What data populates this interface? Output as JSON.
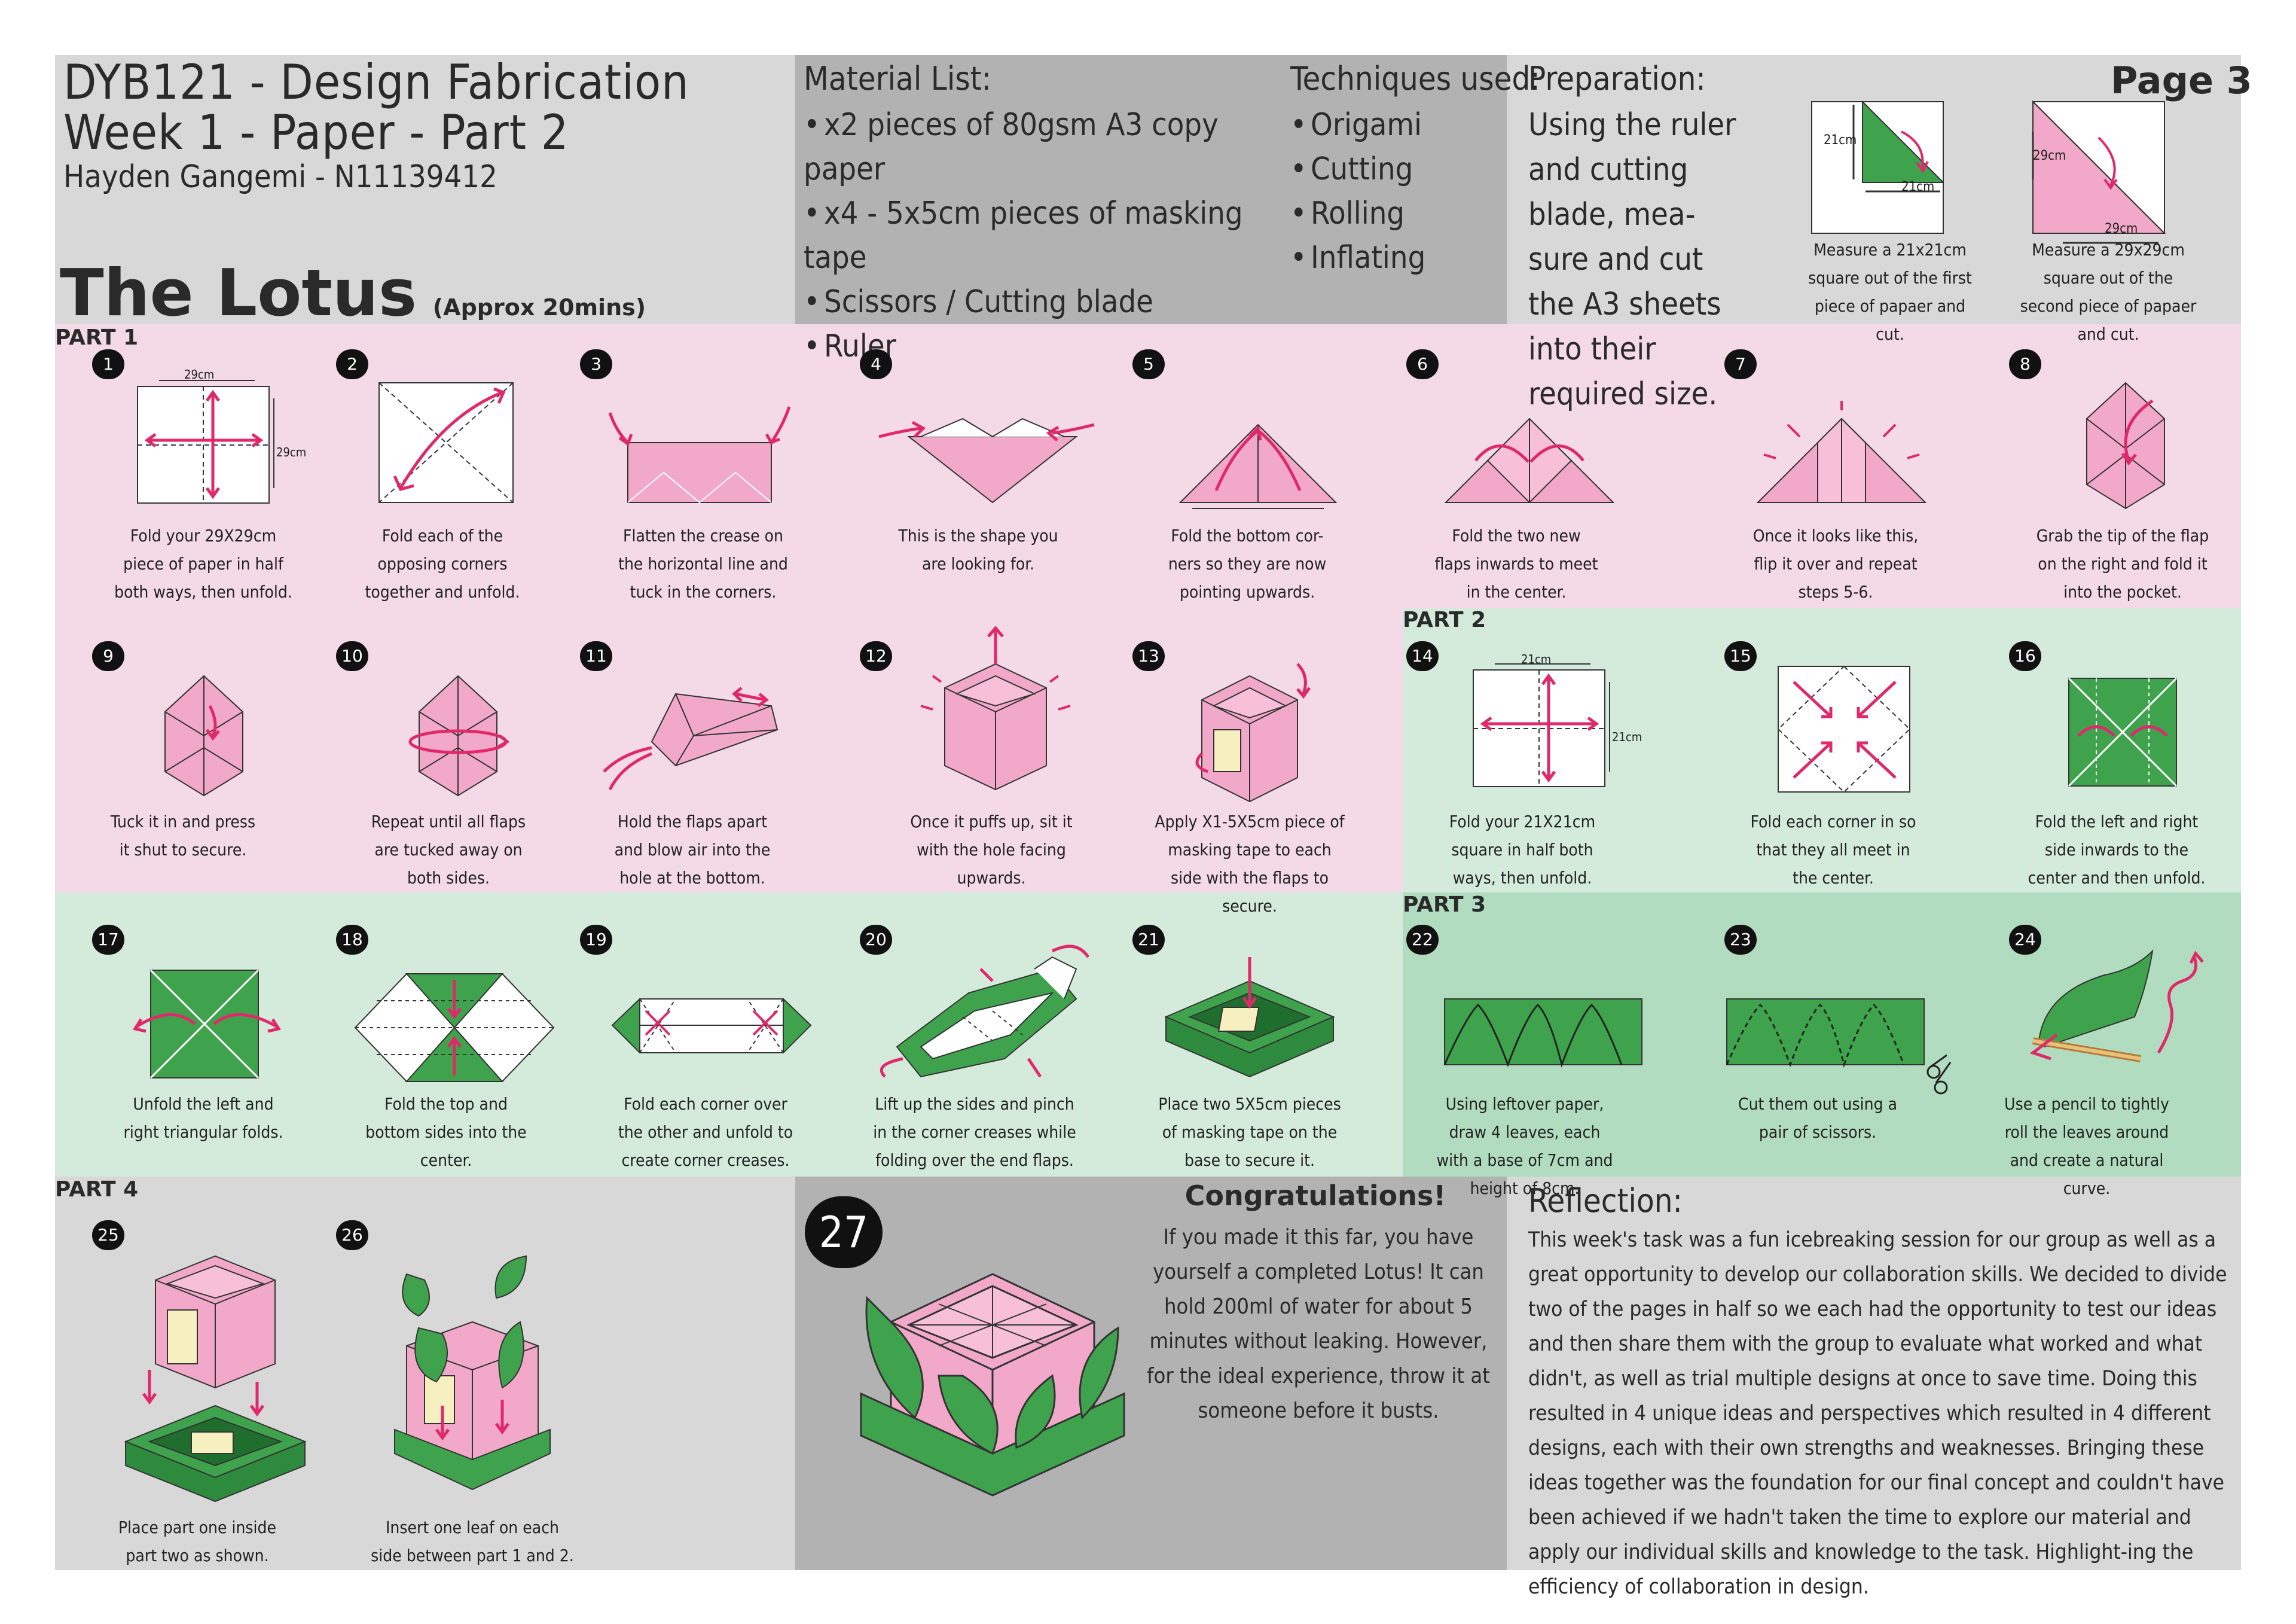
{
  "header": {
    "course": "DYB121 - Design Fabrication",
    "week": "Week 1 - Paper - Part 2",
    "author": "Hayden Gangemi - N11139412",
    "title": "The Lotus",
    "duration": "(Approx 20mins)",
    "page": "Page 3"
  },
  "materials": {
    "heading": "Material List:",
    "items": [
      "x2 pieces of 80gsm A3 copy paper",
      "x4 - 5x5cm pieces of masking tape",
      "Scissors / Cutting blade",
      "Ruler"
    ]
  },
  "techniques": {
    "heading": "Techniques used:",
    "items": [
      "Origami",
      "Cutting",
      "Rolling",
      "Inflating"
    ]
  },
  "preparation": {
    "heading": "Preparation:",
    "text": "Using the ruler and cutting blade, mea-sure and cut the A3 sheets into their required size.",
    "dims": {
      "a": "21cm",
      "b": "21cm",
      "c": "29cm",
      "d": "29cm"
    },
    "caption1": "Measure a 21x21cm square out of the first piece of papaer and cut.",
    "caption2": "Measure a 29x29cm square out of the second piece of papaer and cut."
  },
  "parts": {
    "p1": "PART 1",
    "p2": "PART 2",
    "p3": "PART 3",
    "p4": "PART 4"
  },
  "step_dims": {
    "s1_top": "29cm",
    "s1_side": "29cm",
    "s14_top": "21cm",
    "s14_side": "21cm"
  },
  "steps": [
    {
      "n": "1",
      "text": "Fold your 29X29cm piece of paper in half both ways, then unfold."
    },
    {
      "n": "2",
      "text": "Fold each of the opposing corners together and unfold."
    },
    {
      "n": "3",
      "text": "Flatten the crease on the horizontal line and tuck in the corners."
    },
    {
      "n": "4",
      "text": "This is the shape you are looking for."
    },
    {
      "n": "5",
      "text": "Fold the bottom cor-ners so they are now pointing upwards."
    },
    {
      "n": "6",
      "text": "Fold the two new flaps inwards to meet in the center."
    },
    {
      "n": "7",
      "text": "Once it looks like this, flip it over and repeat steps 5-6."
    },
    {
      "n": "8",
      "text": "Grab the tip of the flap on the right and fold it into the pocket."
    },
    {
      "n": "9",
      "text": "Tuck it in and press it shut to secure."
    },
    {
      "n": "10",
      "text": "Repeat until all flaps are tucked away on both sides."
    },
    {
      "n": "11",
      "text": "Hold the flaps apart and blow air into the hole at the bottom."
    },
    {
      "n": "12",
      "text": "Once it puffs up, sit it with the hole facing upwards."
    },
    {
      "n": "13",
      "text": "Apply X1-5X5cm piece of masking tape to each side with the flaps to secure."
    },
    {
      "n": "14",
      "text": "Fold your 21X21cm square in half both ways, then unfold."
    },
    {
      "n": "15",
      "text": "Fold each corner in so that they all meet in the center."
    },
    {
      "n": "16",
      "text": "Fold the left and right side inwards to the center and then unfold."
    },
    {
      "n": "17",
      "text": "Unfold the left and right triangular folds."
    },
    {
      "n": "18",
      "text": "Fold the top and bottom sides into the center."
    },
    {
      "n": "19",
      "text": "Fold each corner over the other and unfold to create corner creases."
    },
    {
      "n": "20",
      "text": "Lift up the sides and pinch in the corner creases while folding over the end flaps."
    },
    {
      "n": "21",
      "text": "Place two 5X5cm pieces of masking tape on the base to secure it."
    },
    {
      "n": "22",
      "text": "Using leftover paper, draw 4 leaves, each with a base of 7cm and height of 8cm."
    },
    {
      "n": "23",
      "text": "Cut them out using a pair of scissors."
    },
    {
      "n": "24",
      "text": "Use a pencil to tightly roll the leaves around and create a natural curve."
    },
    {
      "n": "25",
      "text": "Place part one inside part two as shown."
    },
    {
      "n": "26",
      "text": "Insert one leaf on each side between part 1 and 2."
    }
  ],
  "final": {
    "n": "27",
    "heading": "Congratulations!",
    "text": "If you made it this far, you have yourself a completed Lotus! It can hold 200ml of water for about 5 minutes without leaking. However, for the ideal experience, throw it at someone before it busts."
  },
  "reflection": {
    "heading": "Reflection:",
    "text": "This week's task was a fun icebreaking session for our group as well as a great opportunity to develop our collaboration skills. We decided to divide two of the pages in half so we each had the opportunity to test our ideas and then share them with the group to evaluate what worked and what didn't, as well as trial multiple designs at once to save time. Doing this resulted in 4 unique ideas and perspectives which resulted in 4 different designs, each with their own strengths and weaknesses. Bringing these ideas together was the foundation for our final concept and couldn't have been achieved if we hadn't taken the time to explore our material and apply our individual skills and knowledge to the task. Highlight-ing the efficiency of collaboration in design."
  },
  "colors": {
    "pink": "#f2a9c9",
    "green": "#3fa34d",
    "accent": "#e0286a",
    "tape": "#f6efc0"
  }
}
